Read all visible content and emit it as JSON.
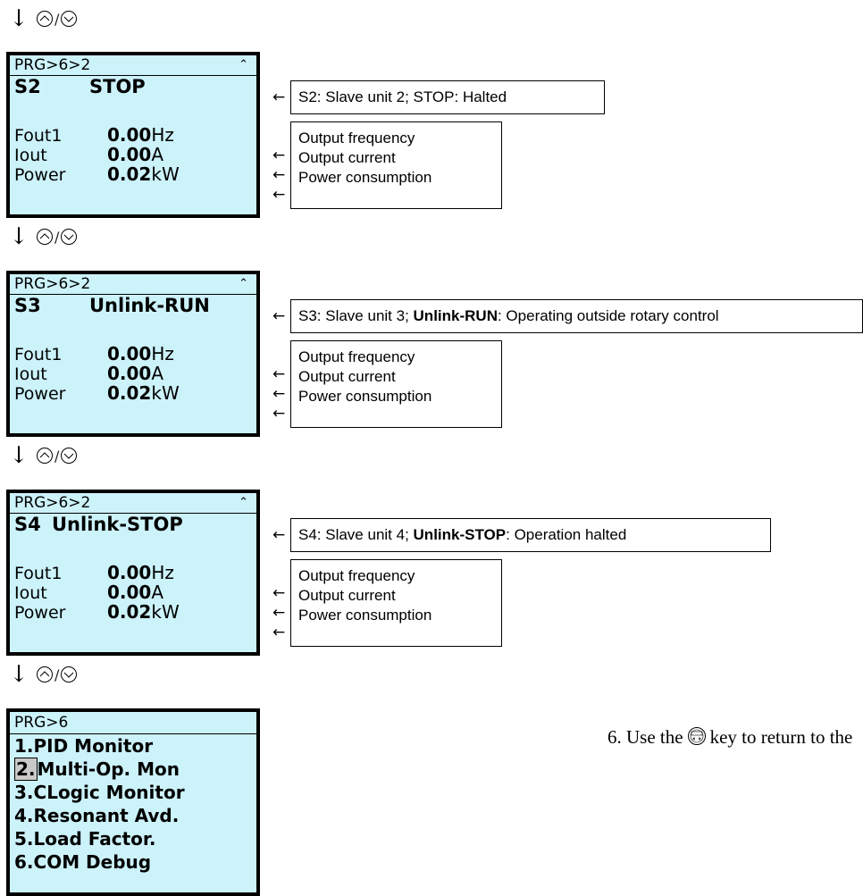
{
  "nav_separator": "/",
  "screens": [
    {
      "header": "PRG>6>2",
      "unit": "S2",
      "status": "STOP",
      "rows": [
        {
          "label": "Fout1",
          "value": "0.00",
          "unit": "Hz"
        },
        {
          "label": "Iout",
          "value": "0.00",
          "unit": "A"
        },
        {
          "label": "Power",
          "value": "0.02",
          "unit": "kW"
        }
      ],
      "callout_pre": "S2: Slave unit 2; STOP: Halted",
      "callout_bold": "",
      "callout_post": "",
      "details": [
        "Output frequency",
        "Output current",
        "Power consumption"
      ]
    },
    {
      "header": "PRG>6>2",
      "unit": "S3",
      "status": "Unlink-RUN",
      "rows": [
        {
          "label": "Fout1",
          "value": "0.00",
          "unit": "Hz"
        },
        {
          "label": "Iout",
          "value": "0.00",
          "unit": "A"
        },
        {
          "label": "Power",
          "value": "0.02",
          "unit": "kW"
        }
      ],
      "callout_pre": "S3: Slave unit 3; ",
      "callout_bold": "Unlink-RUN",
      "callout_post": ": Operating outside rotary control",
      "details": [
        "Output frequency",
        "Output current",
        "Power consumption"
      ]
    },
    {
      "header": "PRG>6>2",
      "unit": "S4",
      "status": "Unlink-STOP",
      "rows": [
        {
          "label": "Fout1",
          "value": "0.00",
          "unit": "Hz"
        },
        {
          "label": "Iout",
          "value": "0.00",
          "unit": "A"
        },
        {
          "label": "Power",
          "value": "0.02",
          "unit": "kW"
        }
      ],
      "callout_pre": "S4: Slave unit 4; ",
      "callout_bold": "Unlink-STOP",
      "callout_post": ": Operation halted",
      "details": [
        "Output frequency",
        "Output current",
        "Power consumption"
      ]
    }
  ],
  "menu": {
    "header": "PRG>6",
    "items": [
      {
        "num": "1.",
        "text": "PID Monitor"
      },
      {
        "num": "2.",
        "text": "Multi-Op. Mon"
      },
      {
        "num": "3.",
        "text": "CLogic Monitor"
      },
      {
        "num": "4.",
        "text": "Resonant Avd."
      },
      {
        "num": "5.",
        "text": "Load Factor."
      },
      {
        "num": "6.",
        "text": "COM Debug"
      }
    ]
  },
  "step6": {
    "before": "6.  Use the",
    "after": "key to return to the",
    "key_icon": "reset-key-icon"
  }
}
